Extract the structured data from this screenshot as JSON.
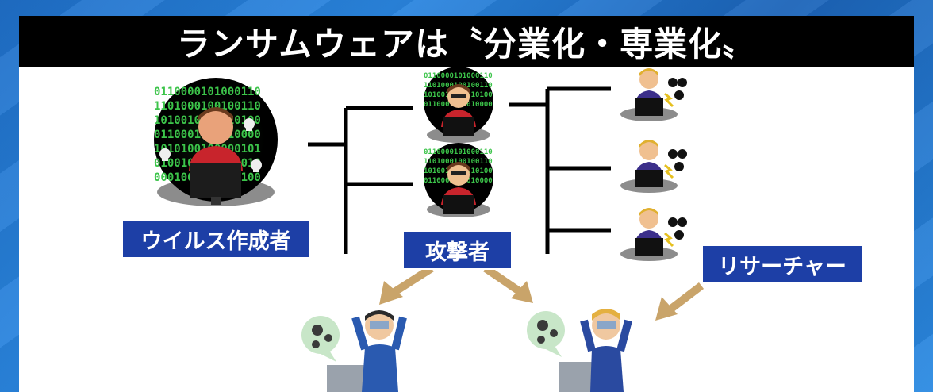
{
  "title": "ランサムウェアは〝分業化・専業化〟",
  "labels": {
    "virus_author": "ウイルス作成者",
    "attacker": "攻撃者",
    "researcher": "リサーチャー"
  },
  "binary_text": {
    "big": [
      "0110000101000110",
      "1101000100100110",
      "1010010101010100",
      "0110001010010000",
      "1010100100000101",
      "0100101010010010",
      "0001001011000100"
    ],
    "small": [
      "0110000101000110",
      "1101000100100110",
      "1010010101010100",
      "0110001010010000"
    ]
  },
  "colors": {
    "title_bg": "#000000",
    "label_bg": "#1d3fa6",
    "arrow": "#c9a46a",
    "binary_green": "#3cc44a"
  }
}
